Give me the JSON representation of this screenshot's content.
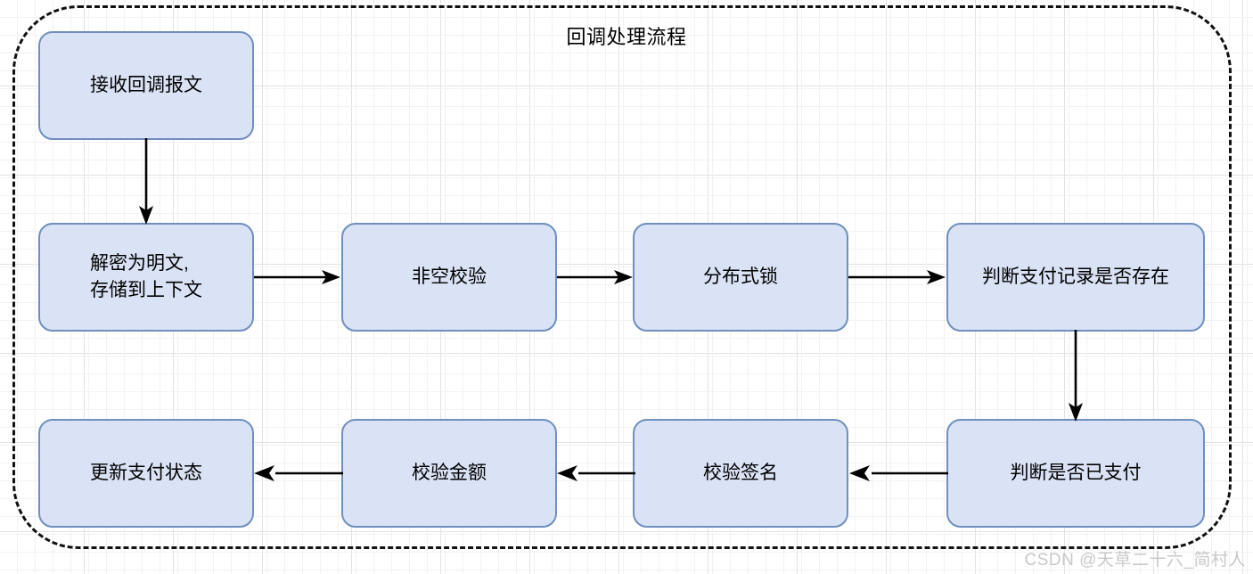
{
  "diagram": {
    "title": "回调处理流程",
    "watermark": "CSDN @天草二十六_简村人",
    "colors": {
      "node_fill": "#dae3f5",
      "node_border": "#6f8fbf",
      "frame_border": "#111111",
      "edge_stroke": "#000000",
      "text": "#000000",
      "watermark": "#c8c8c8",
      "grid_minor": "#f2f2f2",
      "grid_major": "#e2e2e2"
    },
    "nodes": [
      {
        "id": "n1",
        "label": "接收回调报文"
      },
      {
        "id": "n2",
        "label": "解密为明文,\n存储到上下文"
      },
      {
        "id": "n3",
        "label": "非空校验"
      },
      {
        "id": "n4",
        "label": "分布式锁"
      },
      {
        "id": "n5",
        "label": "判断支付记录是否存在"
      },
      {
        "id": "n6",
        "label": "判断是否已支付"
      },
      {
        "id": "n7",
        "label": "校验签名"
      },
      {
        "id": "n8",
        "label": "校验金额"
      },
      {
        "id": "n9",
        "label": "更新支付状态"
      }
    ],
    "edges": [
      {
        "from": "n1",
        "to": "n2",
        "direction": "down"
      },
      {
        "from": "n2",
        "to": "n3",
        "direction": "right"
      },
      {
        "from": "n3",
        "to": "n4",
        "direction": "right"
      },
      {
        "from": "n4",
        "to": "n5",
        "direction": "right"
      },
      {
        "from": "n5",
        "to": "n6",
        "direction": "down"
      },
      {
        "from": "n6",
        "to": "n7",
        "direction": "left"
      },
      {
        "from": "n7",
        "to": "n8",
        "direction": "left"
      },
      {
        "from": "n8",
        "to": "n9",
        "direction": "left"
      }
    ]
  }
}
